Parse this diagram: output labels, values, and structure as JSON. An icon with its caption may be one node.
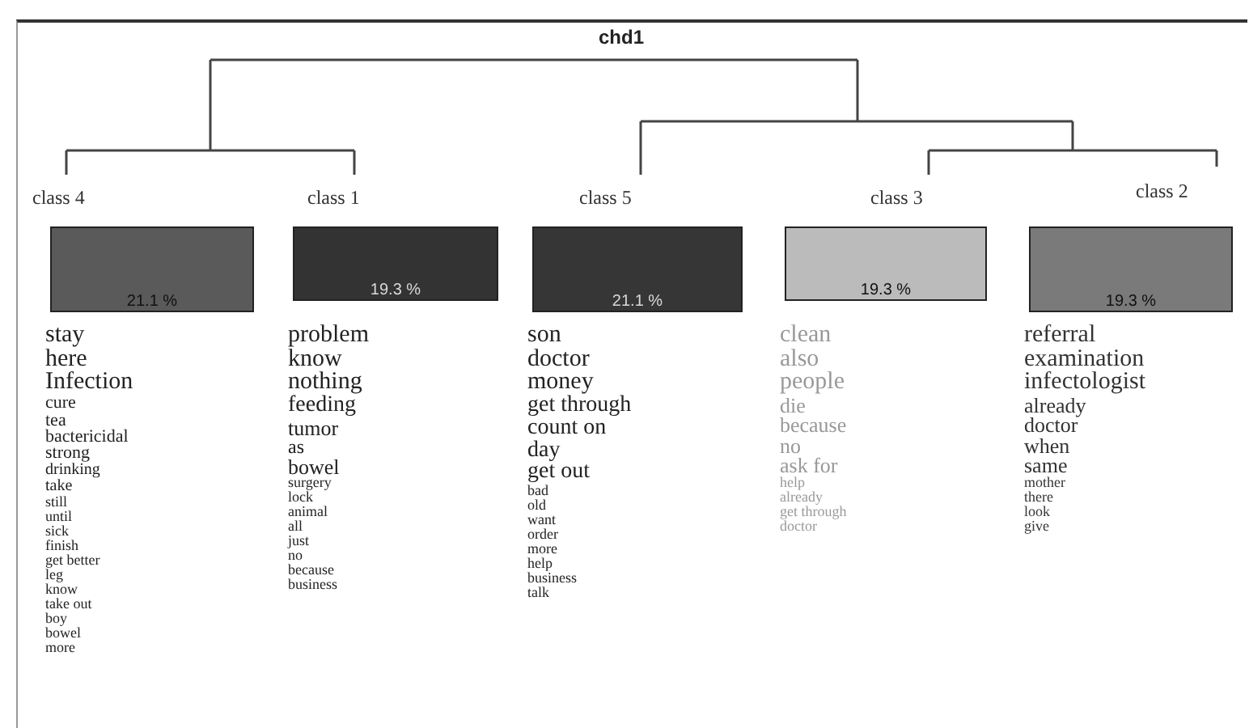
{
  "diagram": {
    "title": "chd1",
    "nodes": [
      {
        "text": [
          "21.1 %"
        ],
        "beside": [
          "class 4",
          "stay",
          "here",
          "Infection",
          "cure",
          "tea",
          "bactericidal",
          "strong",
          "drinking",
          "take",
          "still",
          "until",
          "sick",
          "finish",
          "get better",
          "leg",
          "know",
          "take out",
          "boy",
          "bowel",
          "more"
        ]
      },
      {
        "text": [
          "19.3 %"
        ],
        "beside": [
          "class 1",
          "problem",
          "know",
          "nothing",
          "feeding",
          "tumor",
          "as",
          "bowel",
          "surgery",
          "lock",
          "animal",
          "all",
          "just",
          "no",
          "because",
          "business"
        ]
      },
      {
        "text": [
          "21.1 %"
        ],
        "beside": [
          "class 5",
          "son",
          "doctor",
          "money",
          "get through",
          "count on",
          "day",
          "get out",
          "bad",
          "old",
          "want",
          "order",
          "more",
          "help",
          "business",
          "talk"
        ]
      },
      {
        "text": [
          "19.3 %"
        ],
        "beside": [
          "class 3",
          "clean",
          "also",
          "people",
          "die",
          "because",
          "no",
          "ask for",
          "help",
          "already",
          "get through",
          "doctor"
        ]
      },
      {
        "text": [
          "19.3 %"
        ],
        "beside": [
          "class 2",
          "referral",
          "examination",
          "infectologist",
          "already",
          "doctor",
          "when",
          "same",
          "mother",
          "there",
          "look",
          "give"
        ]
      }
    ]
  }
}
